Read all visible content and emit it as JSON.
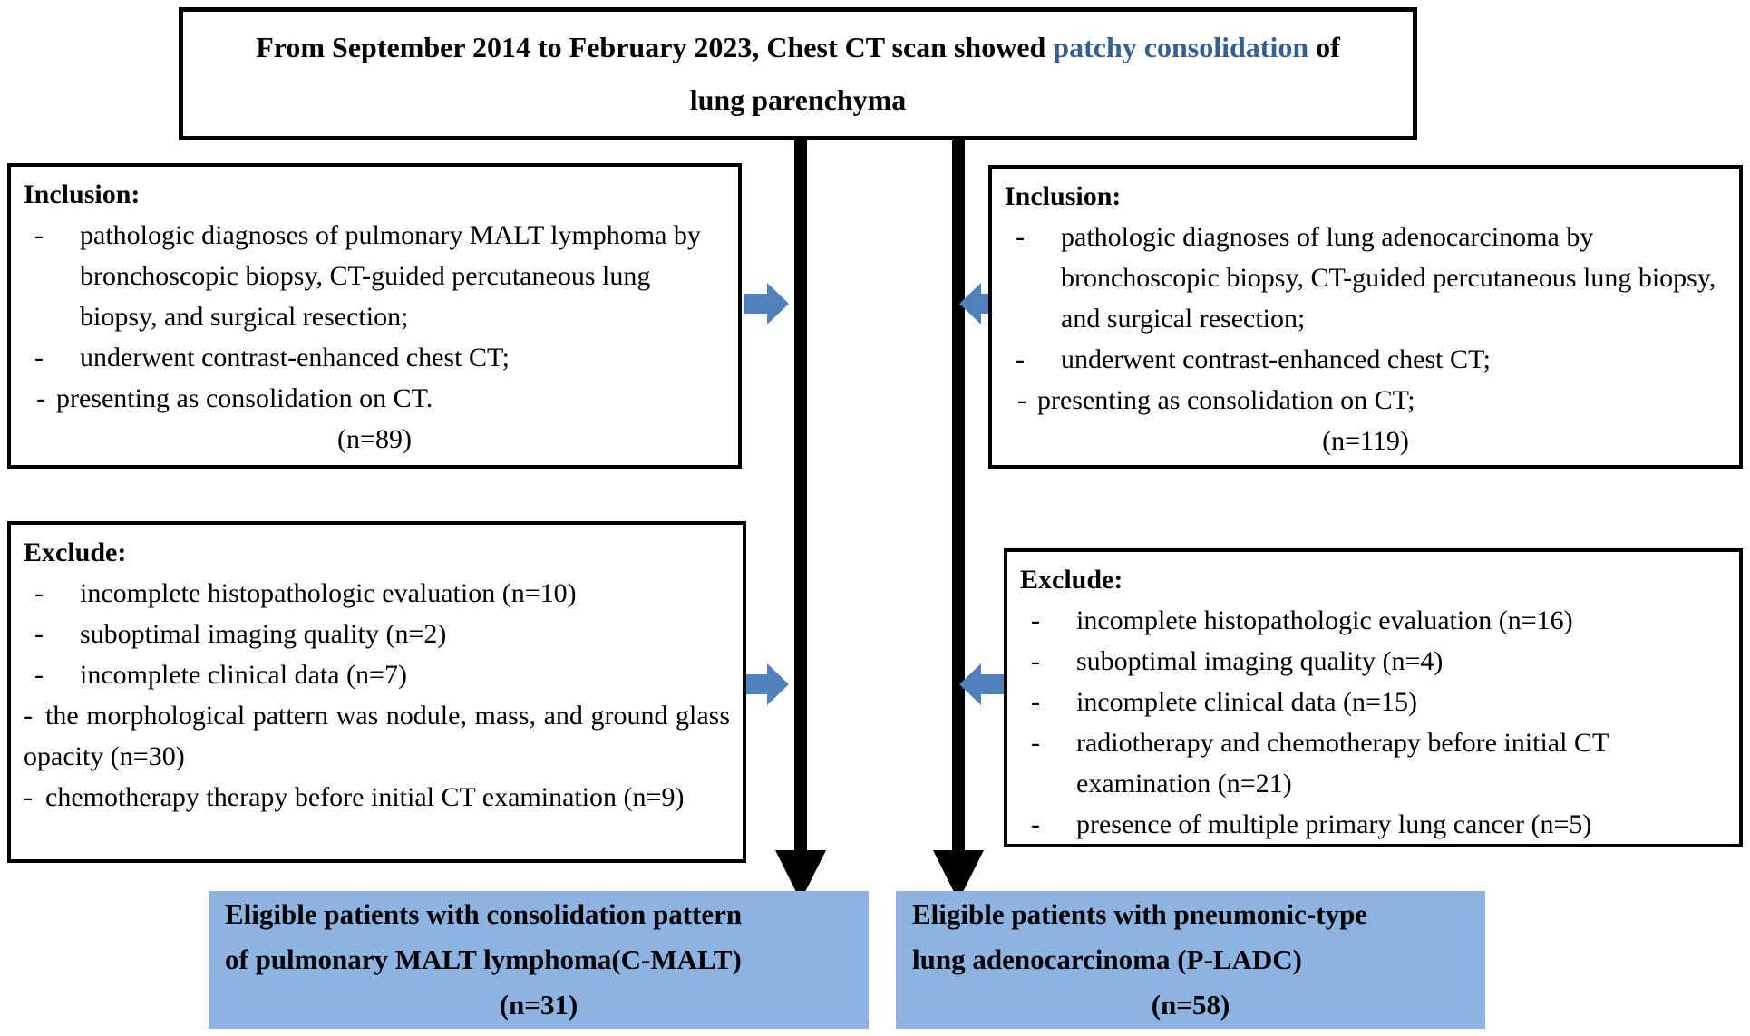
{
  "colors": {
    "border_black": "#000000",
    "arrow_blue": "#4f81bd",
    "result_box_fill": "#8db3e2",
    "highlight_text_blue": "#365f91"
  },
  "top_box": {
    "line1_before": "From September 2014 to  February 2023, Chest CT scan showed ",
    "line1_highlight": "patchy consolidation",
    "line1_after": " of",
    "line2": "lung parenchyma"
  },
  "boxes": {
    "inclusion_left": {
      "heading": "Inclusion:",
      "items": [
        {
          "marker": "-",
          "text": "pathologic diagnoses of pulmonary MALT lymphoma by bronchoscopic biopsy,  CT-guided percutaneous lung biopsy, and surgical resection;"
        },
        {
          "marker": "-",
          "text": "underwent contrast-enhanced chest CT;"
        },
        {
          "marker": "-",
          "text": "presenting as consolidation on CT."
        }
      ],
      "count": "(n=89)"
    },
    "inclusion_right": {
      "heading": "Inclusion:",
      "items": [
        {
          "marker": "-",
          "text": "pathologic diagnoses of lung adenocarcinoma by bronchoscopic biopsy,  CT-guided percutaneous lung biopsy, and surgical resection;"
        },
        {
          "marker": "-",
          "text": "underwent contrast-enhanced chest CT;"
        },
        {
          "marker": "-",
          "text": "presenting as consolidation on CT;"
        }
      ],
      "count": "(n=119)"
    },
    "exclude_left": {
      "heading": "Exclude:",
      "items": [
        {
          "marker": "-",
          "text": "incomplete histopathologic evaluation (n=10)"
        },
        {
          "marker": "-",
          "text": "suboptimal imaging quality (n=2)"
        },
        {
          "marker": "-",
          "text": "incomplete clinical data (n=7)"
        },
        {
          "marker": "-",
          "text": "the morphological pattern was nodule, mass, and ground glass opacity (n=30)"
        },
        {
          "marker": "-",
          "text": "chemotherapy therapy before initial CT examination (n=9)"
        }
      ]
    },
    "exclude_right": {
      "heading": "Exclude:",
      "items": [
        {
          "marker": "-",
          "text": "incomplete histopathologic evaluation (n=16)"
        },
        {
          "marker": "-",
          "text": "suboptimal imaging quality (n=4)"
        },
        {
          "marker": "-",
          "text": "incomplete clinical data (n=15)"
        },
        {
          "marker": "-",
          "text": "radiotherapy and chemotherapy before initial CT examination (n=21)"
        },
        {
          "marker": "-",
          "text": "presence of multiple primary lung cancer (n=5)"
        }
      ]
    },
    "result_left": {
      "line1": "Eligible patients with consolidation pattern",
      "line2": "of pulmonary MALT lymphoma(C-MALT)",
      "count": "(n=31)"
    },
    "result_right": {
      "line1": "Eligible patients with pneumonic-type",
      "line2": "lung adenocarcinoma (P-LADC)",
      "count": "(n=58)"
    }
  }
}
